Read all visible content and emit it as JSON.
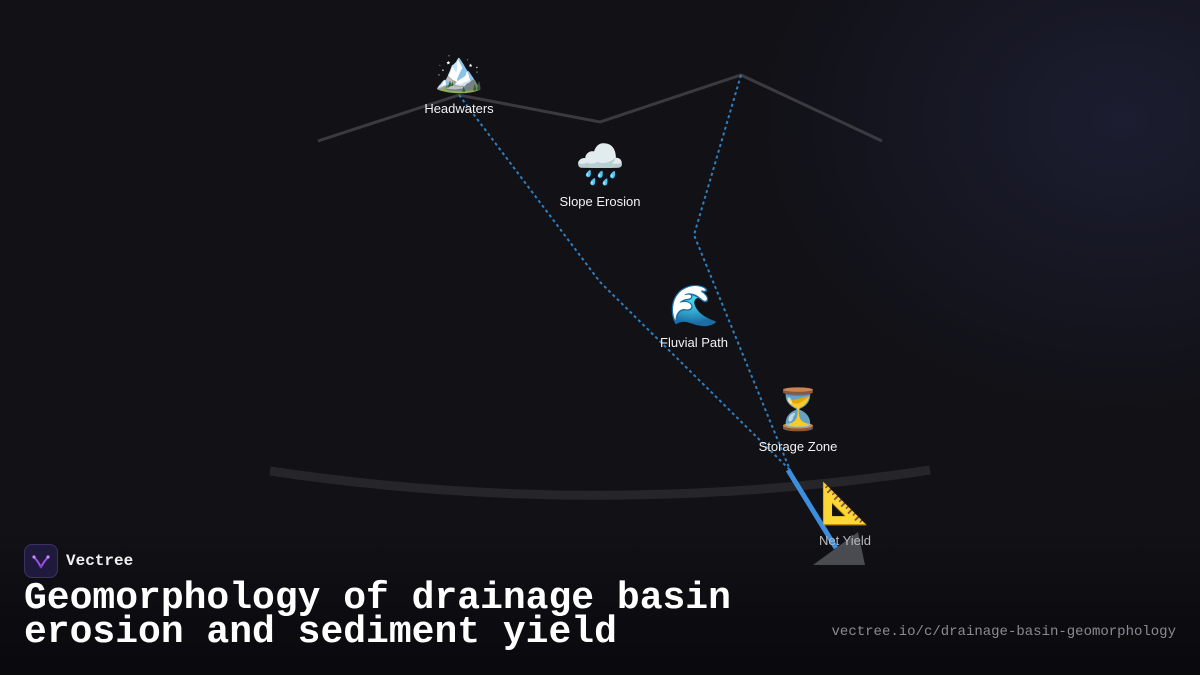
{
  "nodes": {
    "headwaters": {
      "icon": "🏔️",
      "label": "Headwaters"
    },
    "slope_erosion": {
      "icon": "🌧️",
      "label": "Slope Erosion"
    },
    "fluvial_path": {
      "icon": "🌊",
      "label": "Fluvial Path"
    },
    "storage_zone": {
      "icon": "⏳",
      "label": "Storage Zone"
    },
    "net_yield": {
      "icon": "📐",
      "label": "Net Yield"
    }
  },
  "brand": {
    "name": "Vectree"
  },
  "title": "Geomorphology of drainage basin erosion and sediment yield",
  "url": "vectree.io/c/drainage-basin-geomorphology",
  "colors": {
    "ridge": "#3a3a40",
    "flow_path": "#2f7fbf",
    "yield_line": "#3b8fdc",
    "accent": "#8b3fd9"
  }
}
